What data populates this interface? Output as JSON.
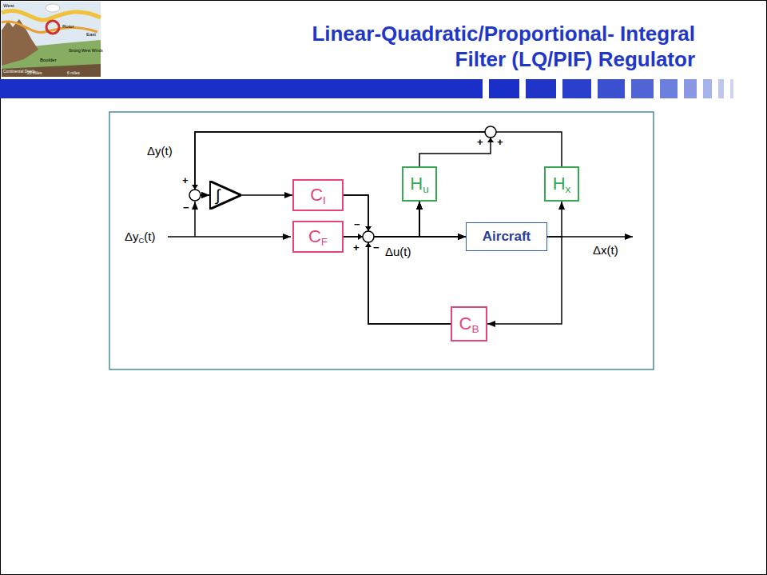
{
  "diagram": {
    "title": "Linear-Quadratic/Proportional- Integral Filter (LQ/PIF) Regulator",
    "nodes": [
      {
        "text": [
          "Hu"
        ]
      },
      {
        "text": [
          "Hx"
        ]
      },
      {
        "text": [
          "∫"
        ]
      },
      {
        "text": [
          "CI"
        ]
      },
      {
        "text": [
          "CF"
        ]
      },
      {
        "text": [
          "Aircraft"
        ]
      },
      {
        "text": [
          "CB"
        ]
      }
    ],
    "edges": [
      {
        "from": 2,
        "to": 3,
        "arrow": "to"
      },
      {
        "from": 3,
        "to": 5,
        "arrow": "to"
      },
      {
        "from": 4,
        "to": 5,
        "arrow": "to"
      },
      {
        "from": 6,
        "to": 5,
        "arrow": "to"
      },
      {
        "from": 3,
        "to": 0,
        "arrow": "to"
      },
      {
        "from": 4,
        "to": 0,
        "arrow": "to"
      },
      {
        "from": 6,
        "to": 0,
        "arrow": "to"
      },
      {
        "from": 5,
        "to": 1,
        "arrow": "to"
      },
      {
        "from": 5,
        "to": 6,
        "arrow": "to"
      },
      {
        "from": 0,
        "to": 2,
        "arrow": "to"
      },
      {
        "from": 1,
        "to": 2,
        "arrow": "to"
      }
    ],
    "labels": [
      "Δy(t)",
      "+",
      "−",
      "ΔyC(t)",
      "+",
      "+",
      "−",
      "+",
      "−",
      "Δu(t)",
      "Δx(t)",
      "West",
      "Rotor",
      "East",
      "Continental Divide",
      "Boulder",
      "Strong West Winds",
      "25 miles",
      "6 miles"
    ]
  }
}
